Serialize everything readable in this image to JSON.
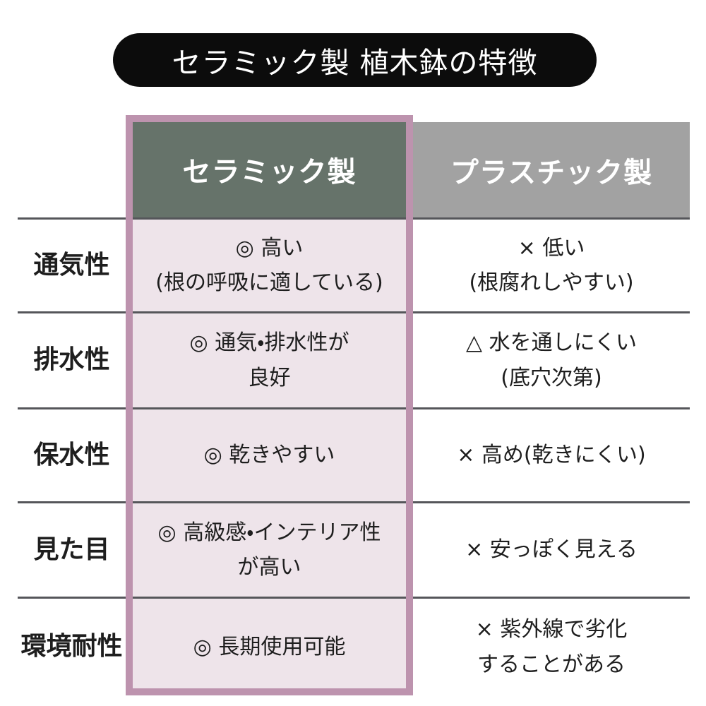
{
  "title": "セラミック製 植木鉢の特徴",
  "colors": {
    "pill-bg": "#0c0c0c",
    "ceramic-header-bg": "#66736a",
    "plastic-header-bg": "#a2a2a2",
    "ceramic-cell-bg": "#eee4ea",
    "highlight-border": "#bd93ae",
    "row-line": "#55565a",
    "text": "#1e1e1e"
  },
  "table": {
    "columns": {
      "ceramic": {
        "label": "セラミック製"
      },
      "plastic": {
        "label": "プラスチック製"
      }
    },
    "rows": [
      {
        "label": "通気性",
        "ceramic": "◎ 高い\n(根の呼吸に適している)",
        "plastic": "× 低い\n(根腐れしやすい)"
      },
      {
        "label": "排水性",
        "ceramic": "◎ 通気・排水性が\n良好",
        "plastic": "△ 水を通しにくい\n(底穴次第)"
      },
      {
        "label": "保水性",
        "ceramic": "◎ 乾きやすい",
        "plastic": "× 高め(乾きにくい)"
      },
      {
        "label": "見た目",
        "ceramic": "◎ 高級感・インテリア性\nが高い",
        "plastic": "× 安っぽく見える"
      },
      {
        "label": "環境耐性",
        "ceramic": "◎ 長期使用可能",
        "plastic": "× 紫外線で劣化\nすることがある"
      }
    ]
  }
}
